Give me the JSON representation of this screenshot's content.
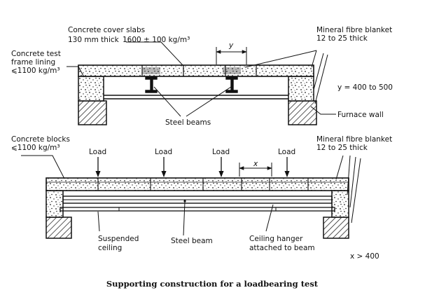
{
  "top": {
    "cover_slabs": "Concrete cover slabs",
    "cover_spec_thick": "130 mm  thick",
    "cover_spec_density": "1600 ± 100 kg/m³",
    "frame_lining_1": "Concrete test",
    "frame_lining_2": "frame lining",
    "frame_lining_3": "⩽1100 kg/m³",
    "blanket_1": "Mineral fibre blanket",
    "blanket_2": "12 to 25 thick",
    "dim_y": "y",
    "y_range": "y = 400 to 500",
    "steel_beams": "Steel beams",
    "furnace_wall": "Furnace wall"
  },
  "bottom": {
    "blocks_1": "Concrete blocks",
    "blocks_2": "⩽1100 kg/m³",
    "load": "Load",
    "dim_x": "x",
    "blanket_1": "Mineral fibre blanket",
    "blanket_2": "12 to 25 thick",
    "suspended_1": "Suspended",
    "suspended_2": "ceiling",
    "steel_beam": "Steel beam",
    "hanger_1": "Ceiling hanger",
    "hanger_2": "attached to beam",
    "x_range": "x > 400"
  },
  "caption": "Supporting construction for a loadbearing test"
}
